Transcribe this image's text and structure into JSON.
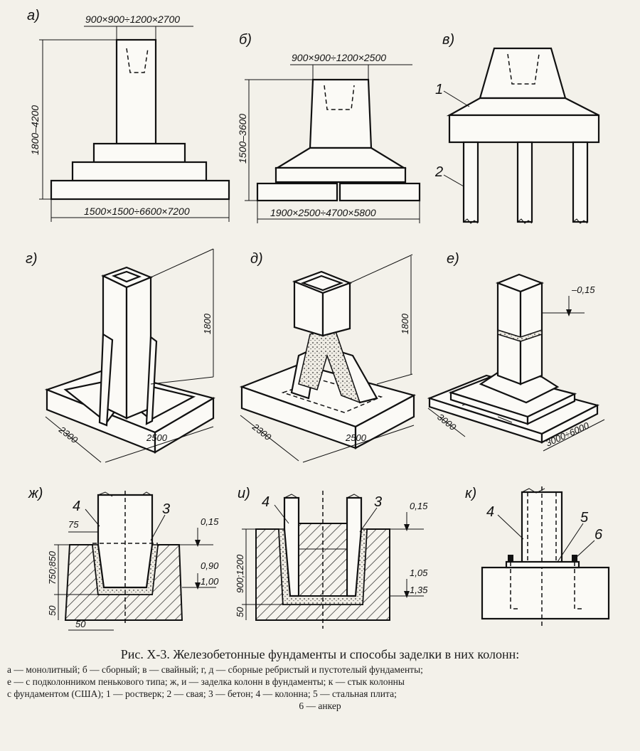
{
  "panels": {
    "a": {
      "label": "а)",
      "top": "900×900÷1200×2700",
      "side": "1800–4200",
      "bottom": "1500×1500÷6600×7200"
    },
    "b": {
      "label": "б)",
      "top": "900×900÷1200×2500",
      "side": "1500–3600",
      "bottom": "1900×2500÷4700×5800"
    },
    "v": {
      "label": "в)",
      "n1": "1",
      "n2": "2"
    },
    "g": {
      "label": "г)",
      "height": "1800",
      "depth": "2300",
      "width": "2500"
    },
    "d": {
      "label": "д)",
      "height": "1800",
      "depth": "2300",
      "width": "2500"
    },
    "e": {
      "label": "е)",
      "level": "–0,15",
      "depth": "3000",
      "width": "3000÷6000"
    },
    "zh": {
      "label": "ж)",
      "n4": "4",
      "n3": "3",
      "d75": "75",
      "h": "750;850",
      "d50": "50",
      "d50b": "50",
      "l1": "0,15",
      "l2": "0,90",
      "l3": "1,00"
    },
    "i": {
      "label": "и)",
      "n4": "4",
      "n3": "3",
      "h": "900;1200",
      "d50": "50",
      "l1": "0,15",
      "l2": "1,05",
      "l3": "1,35"
    },
    "k": {
      "label": "к)",
      "n4": "4",
      "n5": "5",
      "n6": "6"
    }
  },
  "caption": {
    "title": "Рис. X-3. Железобетонные фундаменты и способы заделки в них колонн:",
    "line1": "а — монолитный; б — сборный; в — свайный; г, д — сборные ребристый и пустотелый фундаменты;",
    "line2": "е — с подколонником пенькового типа; ж, и — заделка колонн в фундаменты; к — стык колонны",
    "line3": "с фундаментом (США); 1 — ростверк; 2 — свая; 3 — бетон; 4 — колонна; 5 — стальная плита;",
    "line4": "6 — анкер"
  }
}
